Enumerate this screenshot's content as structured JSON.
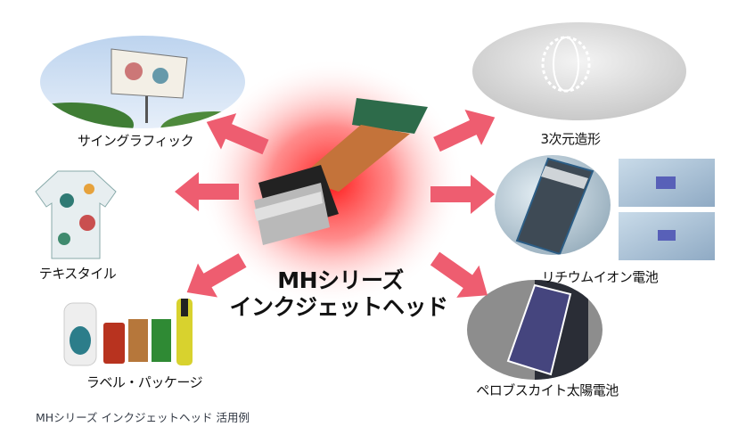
{
  "center": {
    "title_line1": "MHシリーズ",
    "title_line2": "インクジェットヘッド"
  },
  "applications": [
    {
      "label": "サイングラフィック",
      "icon": "billboard-image"
    },
    {
      "label": "テキスタイル",
      "icon": "shirt-image"
    },
    {
      "label": "ラベル・パッケージ",
      "icon": "packaging-image"
    },
    {
      "label": "3次元造形",
      "icon": "3d-lattice-image"
    },
    {
      "label": "リチウムイオン電池",
      "icon": "battery-image"
    },
    {
      "label": "ペロブスカイト太陽電池",
      "icon": "solar-film-image"
    }
  ],
  "caption": "MHシリーズ インクジェットヘッド 活用例",
  "colors": {
    "arrow": "#ee5d70",
    "glow": "#ff2a2a",
    "text": "#111111"
  }
}
